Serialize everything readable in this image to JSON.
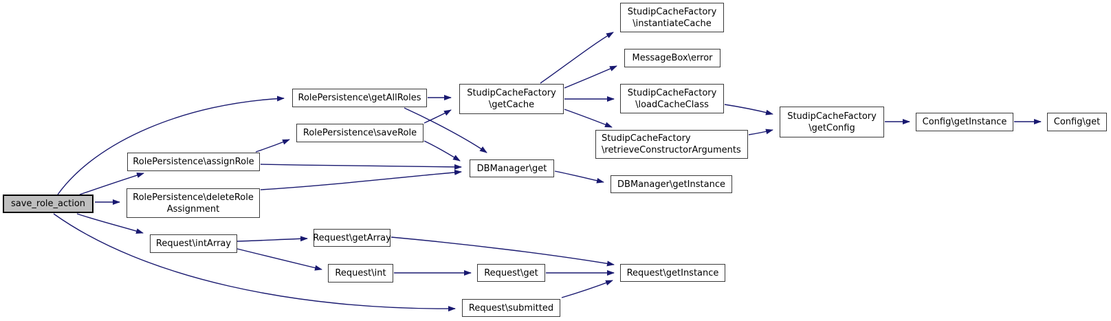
{
  "diagram": {
    "type": "doxygen-call-graph",
    "root_function": "save_role_action",
    "background_color": "#ffffff",
    "edge_color": "#191970",
    "node_fill": "#ffffff",
    "node_border_color": "#3a3a3a",
    "root_node_fill": "#bfbfbf",
    "root_node_border_color": "#000000",
    "text_color": "#000000"
  },
  "nodes": {
    "save_role_action": {
      "label": "save_role_action"
    },
    "get_all_roles": {
      "label": "RolePersistence\\getAllRoles"
    },
    "save_role": {
      "label": "RolePersistence\\saveRole"
    },
    "assign_role": {
      "label": "RolePersistence\\assignRole"
    },
    "delete_role_assignment": {
      "line1": "RolePersistence\\deleteRole",
      "line2": "Assignment"
    },
    "int_array": {
      "label": "Request\\intArray"
    },
    "get_cache": {
      "line1": "StudipCacheFactory",
      "line2": "\\getCache"
    },
    "instantiate_cache": {
      "line1": "StudipCacheFactory",
      "line2": "\\instantiateCache"
    },
    "message_box_error": {
      "label": "MessageBox\\error"
    },
    "load_cache_class": {
      "line1": "StudipCacheFactory",
      "line2": "\\loadCacheClass"
    },
    "retrieve_constructor_arguments": {
      "line1": "StudipCacheFactory",
      "line2": "\\retrieveConstructorArguments"
    },
    "db_get": {
      "label": "DBManager\\get"
    },
    "db_get_instance": {
      "label": "DBManager\\getInstance"
    },
    "get_config": {
      "line1": "StudipCacheFactory",
      "line2": "\\getConfig"
    },
    "config_get_instance": {
      "label": "Config\\getInstance"
    },
    "config_get": {
      "label": "Config\\get"
    },
    "get_array": {
      "label": "Request\\getArray"
    },
    "req_int": {
      "label": "Request\\int"
    },
    "req_get": {
      "label": "Request\\get"
    },
    "req_get_instance": {
      "label": "Request\\getInstance"
    },
    "submitted": {
      "label": "Request\\submitted"
    }
  },
  "edges": [
    {
      "from": "save_role_action",
      "to": "get_all_roles"
    },
    {
      "from": "save_role_action",
      "to": "assign_role"
    },
    {
      "from": "save_role_action",
      "to": "delete_role_assignment"
    },
    {
      "from": "save_role_action",
      "to": "int_array"
    },
    {
      "from": "save_role_action",
      "to": "submitted"
    },
    {
      "from": "assign_role",
      "to": "save_role"
    },
    {
      "from": "assign_role",
      "to": "db_get"
    },
    {
      "from": "delete_role_assignment",
      "to": "db_get"
    },
    {
      "from": "get_all_roles",
      "to": "get_cache"
    },
    {
      "from": "get_all_roles",
      "to": "db_get"
    },
    {
      "from": "save_role",
      "to": "get_cache"
    },
    {
      "from": "save_role",
      "to": "db_get"
    },
    {
      "from": "get_cache",
      "to": "instantiate_cache"
    },
    {
      "from": "get_cache",
      "to": "message_box_error"
    },
    {
      "from": "get_cache",
      "to": "load_cache_class"
    },
    {
      "from": "get_cache",
      "to": "retrieve_constructor_arguments"
    },
    {
      "from": "load_cache_class",
      "to": "get_config"
    },
    {
      "from": "retrieve_constructor_arguments",
      "to": "get_config"
    },
    {
      "from": "get_config",
      "to": "config_get_instance"
    },
    {
      "from": "config_get_instance",
      "to": "config_get"
    },
    {
      "from": "db_get",
      "to": "db_get_instance"
    },
    {
      "from": "int_array",
      "to": "get_array"
    },
    {
      "from": "int_array",
      "to": "req_int"
    },
    {
      "from": "get_array",
      "to": "req_get_instance"
    },
    {
      "from": "req_int",
      "to": "req_get"
    },
    {
      "from": "req_get",
      "to": "req_get_instance"
    },
    {
      "from": "submitted",
      "to": "req_get_instance"
    }
  ]
}
